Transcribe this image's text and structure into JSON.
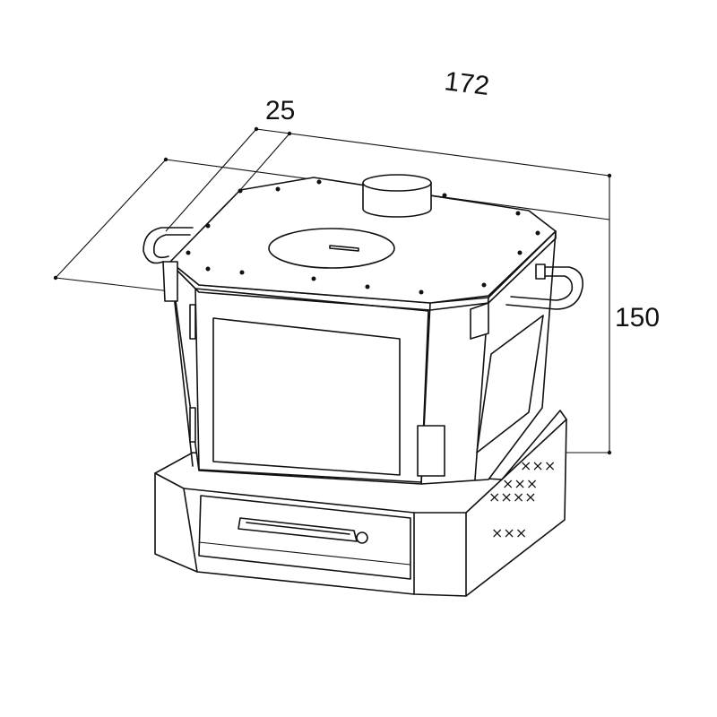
{
  "dimensions": {
    "depth_label": "172",
    "offset_label": "25",
    "width_label": "172",
    "height_label": "150"
  },
  "colors": {
    "line": "#111111",
    "background": "#ffffff"
  }
}
